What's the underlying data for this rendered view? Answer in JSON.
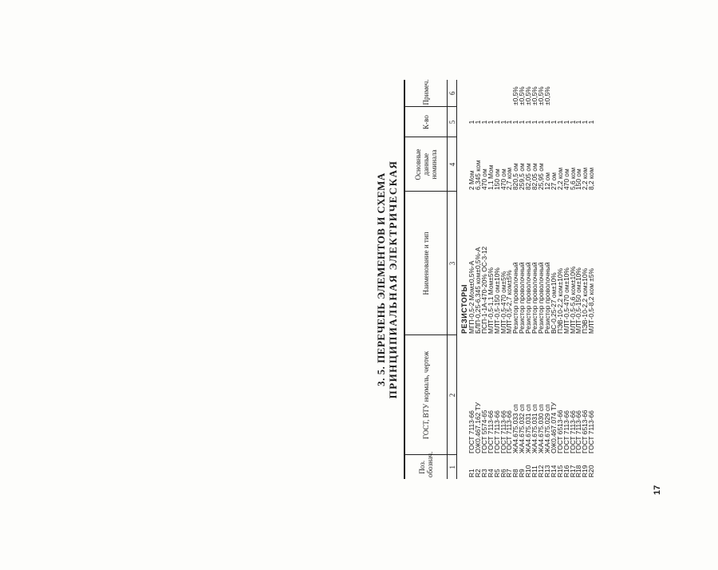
{
  "title_line1": "3. 5. ПЕРЕЧЕНЬ ЭЛЕМЕНТОВ И СХЕМА",
  "title_line2": "ПРИНЦИПИАЛЬНАЯ  ЭЛЕКТРИЧЕСКАЯ",
  "columns": [
    {
      "header": "Поз. обознач.",
      "number": "1"
    },
    {
      "header": "ГОСТ, ВТУ нормаль, чертеж",
      "number": "2"
    },
    {
      "header": "Наименование и тип",
      "number": "3"
    },
    {
      "header": "Основные данные номинала",
      "number": "4"
    },
    {
      "header": "К-во",
      "number": "5"
    },
    {
      "header": "Примеч.",
      "number": "6"
    }
  ],
  "section": "РЕЗИСТОРЫ",
  "rows": [
    {
      "pos": "R1",
      "gost": "ГОСТ  7113-66",
      "name": "МГП-0,5-2  Мом±0,5%-А",
      "value": "2 Мом",
      "qty": "1",
      "note": ""
    },
    {
      "pos": "R2",
      "gost": "ОЖ0.467.162  ТУ",
      "name": "БЛП-0,25-6,345  ком±0,5%-А",
      "value": "6,345 ком",
      "qty": "1",
      "note": ""
    },
    {
      "pos": "R3",
      "gost": "ГОСТ  5574-65",
      "name": "ПСП-1-1А-470-20% ОС-3-12",
      "value": "470  ом",
      "qty": "1",
      "note": ""
    },
    {
      "pos": "R4",
      "gost": "ГОСТ  7113-66",
      "name": "МЛТ-0,5-1,1  Мом±5%",
      "value": "1,1  Мом",
      "qty": "1",
      "note": ""
    },
    {
      "pos": "R5",
      "gost": "ГОСТ  7113-66",
      "name": "МЛТ-0,5-150 ом±10%",
      "value": "150  ом",
      "qty": "1",
      "note": ""
    },
    {
      "pos": "R6",
      "gost": "ГОСТ  7113-66",
      "name": "МЛТ-0,5-470 ом±5%",
      "value": "470  ом",
      "qty": "1",
      "note": ""
    },
    {
      "pos": "R7",
      "gost": "ГОСТ  7113-66",
      "name": "МЛТ-0,5-2,7 ком±5%",
      "value": "2,7  ком",
      "qty": "1",
      "note": ""
    },
    {
      "pos": "R8",
      "gost": "ЖА4.675.033  сп",
      "name": "Резистор  проволочный",
      "value": "820,5  ом",
      "qty": "1",
      "note": "±0,5%"
    },
    {
      "pos": "R9",
      "gost": "ЖА4.675.032  сп",
      "name": "Резистор  проволочный",
      "value": "259,5  ом",
      "qty": "1",
      "note": "±0,5%"
    },
    {
      "pos": "R10",
      "gost": "ЖА4.675.031  сп",
      "name": "Резистор  проволочный",
      "value": "82,05  ом",
      "qty": "1",
      "note": "±0,5%"
    },
    {
      "pos": "R11",
      "gost": "ЖА4.675.031  сп",
      "name": "Резистор  проволочный",
      "value": "82,05  ом",
      "qty": "1",
      "note": "±0,5%"
    },
    {
      "pos": "R12",
      "gost": "ЖА4.675.030  сп",
      "name": "Резистор  проволочный",
      "value": "25,95  ом",
      "qty": "1",
      "note": "±0,5%"
    },
    {
      "pos": "R13",
      "gost": "ЖА4.675.029  сп",
      "name": "Резистор  проволочный",
      "value": "12  ом",
      "qty": "1",
      "note": "±0,5%"
    },
    {
      "pos": "R14",
      "gost": "ОЖ0.467.074  ТУ",
      "name": "ВС-0,25-27 ом±10%",
      "value": "27  ом",
      "qty": "1",
      "note": ""
    },
    {
      "pos": "R15",
      "gost": "ГОСТ  6513-66",
      "name": "ПЭВ-10-2,2 ком±10%",
      "value": "2,2  ком",
      "qty": "1",
      "note": ""
    },
    {
      "pos": "R16",
      "gost": "ГОСТ  7113-66",
      "name": "МЛТ-0,5-470 ом±10%",
      "value": "470  ом",
      "qty": "1",
      "note": ""
    },
    {
      "pos": "R17",
      "gost": "ГОСТ  7113-66",
      "name": "МЛТ-0,5-5,6 ком±10%",
      "value": "5,6  ком",
      "qty": "1",
      "note": ""
    },
    {
      "pos": "R18",
      "gost": "ГОСТ  7113-66",
      "name": "МЛТ-0,5-150 ом±10%",
      "value": "150  ом",
      "qty": "1",
      "note": ""
    },
    {
      "pos": "R19",
      "gost": "ГОСТ  6513-66",
      "name": "ПЭВ-10-2,2 ком±10%",
      "value": "2,2  ком",
      "qty": "1",
      "note": ""
    },
    {
      "pos": "R20",
      "gost": "ГОСТ  7113-66",
      "name": "МЛТ-0,5-8,2  ком  ±5%",
      "value": "8,2  ком",
      "qty": "1",
      "note": ""
    }
  ],
  "page_number": "17"
}
